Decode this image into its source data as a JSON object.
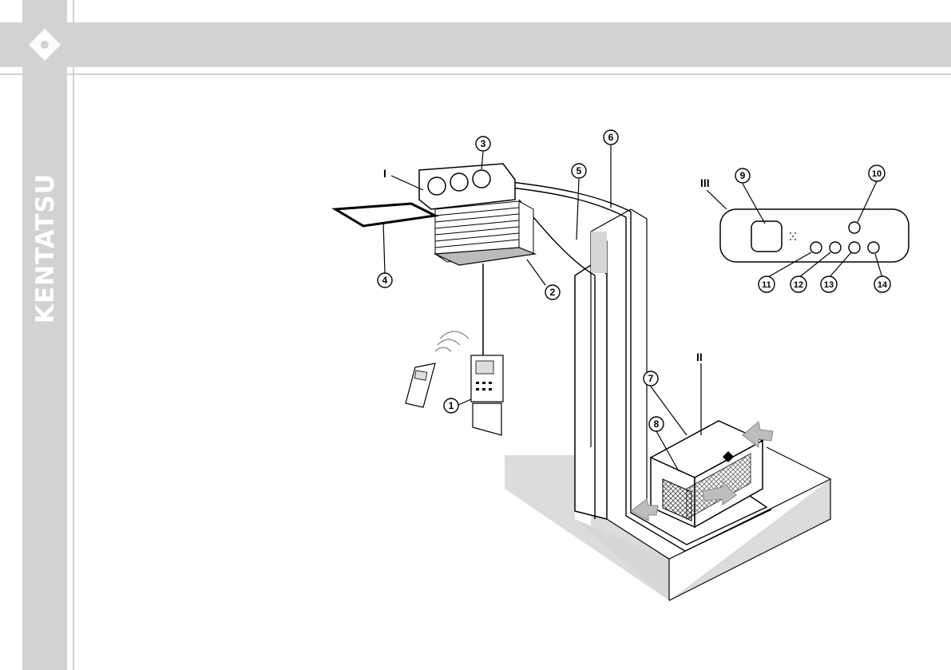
{
  "brand": {
    "name": "KENTATSU"
  },
  "diagram": {
    "unit_labels": {
      "indoor": "I",
      "outdoor": "II",
      "panel": "III"
    },
    "callouts": [
      "1",
      "2",
      "3",
      "4",
      "5",
      "6",
      "7",
      "8",
      "9",
      "10",
      "11",
      "12",
      "13",
      "14"
    ]
  },
  "colors": {
    "frame": "#d2d2d2",
    "line": "#000000",
    "wall_shadow": "#dcdcdc",
    "arrow": "#bdbdbd"
  }
}
